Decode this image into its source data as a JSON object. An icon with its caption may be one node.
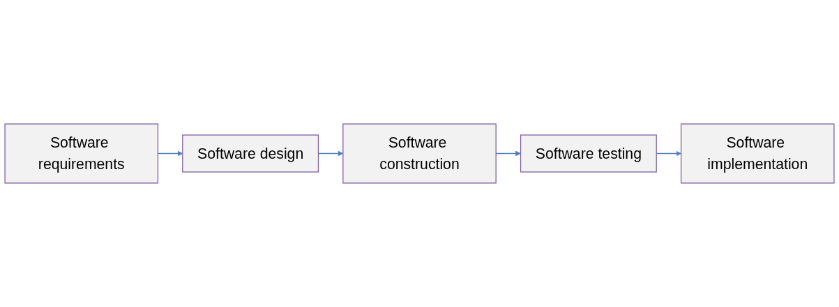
{
  "diagram": {
    "nodes": [
      {
        "text": [
          "Software requirements"
        ]
      },
      {
        "text": [
          "Software design"
        ]
      },
      {
        "text": [
          "Software construction"
        ]
      },
      {
        "text": [
          "Software testing"
        ]
      },
      {
        "text": [
          "Software implementation"
        ]
      }
    ],
    "edges": [
      {
        "from": 0,
        "to": 1,
        "arrow": "to"
      },
      {
        "from": 1,
        "to": 2,
        "arrow": "to"
      },
      {
        "from": 2,
        "to": 3,
        "arrow": "to"
      },
      {
        "from": 3,
        "to": 4,
        "arrow": "to"
      }
    ]
  }
}
